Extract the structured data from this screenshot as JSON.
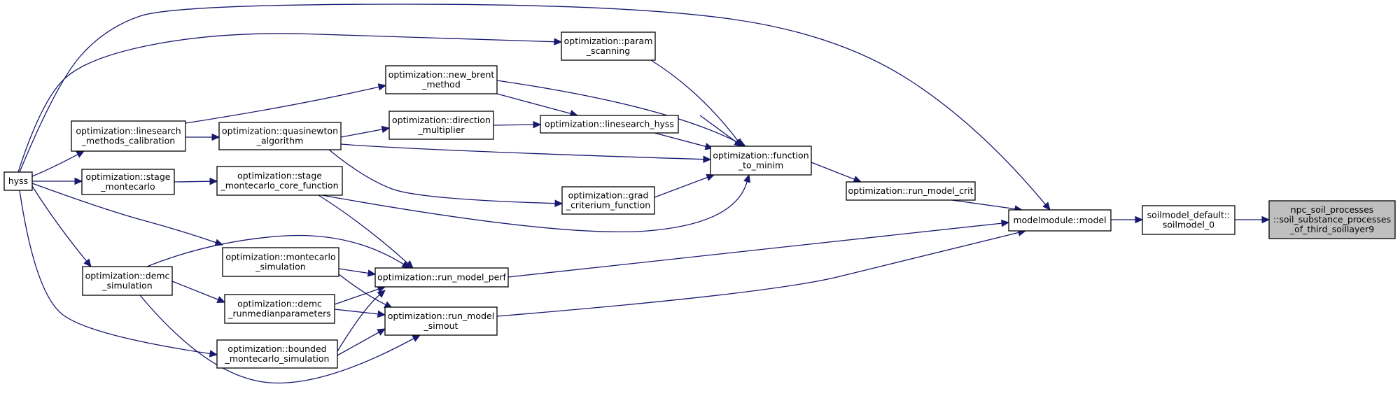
{
  "diagram": {
    "type": "call-graph",
    "colors": {
      "edge": "#191970",
      "node_border": "#000000",
      "node_fill": "#ffffff",
      "highlight_fill": "#bfbfbf"
    },
    "nodes": [
      {
        "id": "hyss",
        "lines": [
          "hyss"
        ]
      },
      {
        "id": "linesearch_methods_calibration",
        "lines": [
          "optimization::linesearch",
          "_methods_calibration"
        ]
      },
      {
        "id": "stage_montecarlo",
        "lines": [
          "optimization::stage",
          "_montecarlo"
        ]
      },
      {
        "id": "demc_simulation",
        "lines": [
          "optimization::demc",
          "_simulation"
        ]
      },
      {
        "id": "quasinewton_algorithm",
        "lines": [
          "optimization::quasinewton",
          "_algorithm"
        ]
      },
      {
        "id": "stage_montecarlo_core_function",
        "lines": [
          "optimization::stage",
          "_montecarlo_core_function"
        ]
      },
      {
        "id": "montecarlo_simulation",
        "lines": [
          "optimization::montecarlo",
          "_simulation"
        ]
      },
      {
        "id": "demc_runmedianparameters",
        "lines": [
          "optimization::demc",
          "_runmedianparameters"
        ]
      },
      {
        "id": "bounded_montecarlo_simulation",
        "lines": [
          "optimization::bounded",
          "_montecarlo_simulation"
        ]
      },
      {
        "id": "new_brent_method",
        "lines": [
          "optimization::new_brent",
          "_method"
        ]
      },
      {
        "id": "direction_multiplier",
        "lines": [
          "optimization::direction",
          "_multiplier"
        ]
      },
      {
        "id": "run_model_perf",
        "lines": [
          "optimization::run_model_perf"
        ]
      },
      {
        "id": "run_model_simout",
        "lines": [
          "optimization::run_model",
          "_simout"
        ]
      },
      {
        "id": "param_scanning",
        "lines": [
          "optimization::param",
          "_scanning"
        ]
      },
      {
        "id": "linesearch_hyss",
        "lines": [
          "optimization::linesearch_hyss"
        ]
      },
      {
        "id": "grad_criterium_function",
        "lines": [
          "optimization::grad",
          "_criterium_function"
        ]
      },
      {
        "id": "function_to_minim",
        "lines": [
          "optimization::function",
          "_to_minim"
        ]
      },
      {
        "id": "run_model_crit",
        "lines": [
          "optimization::run_model_crit"
        ]
      },
      {
        "id": "modelmodule_model",
        "lines": [
          "modelmodule::model"
        ]
      },
      {
        "id": "soilmodel_0",
        "lines": [
          "soilmodel_default::",
          "soilmodel_0"
        ]
      },
      {
        "id": "soil_substance_processes",
        "lines": [
          "npc_soil_processes",
          "::soil_substance_processes",
          "_of_third_soillayer9"
        ],
        "highlight": true
      }
    ]
  }
}
